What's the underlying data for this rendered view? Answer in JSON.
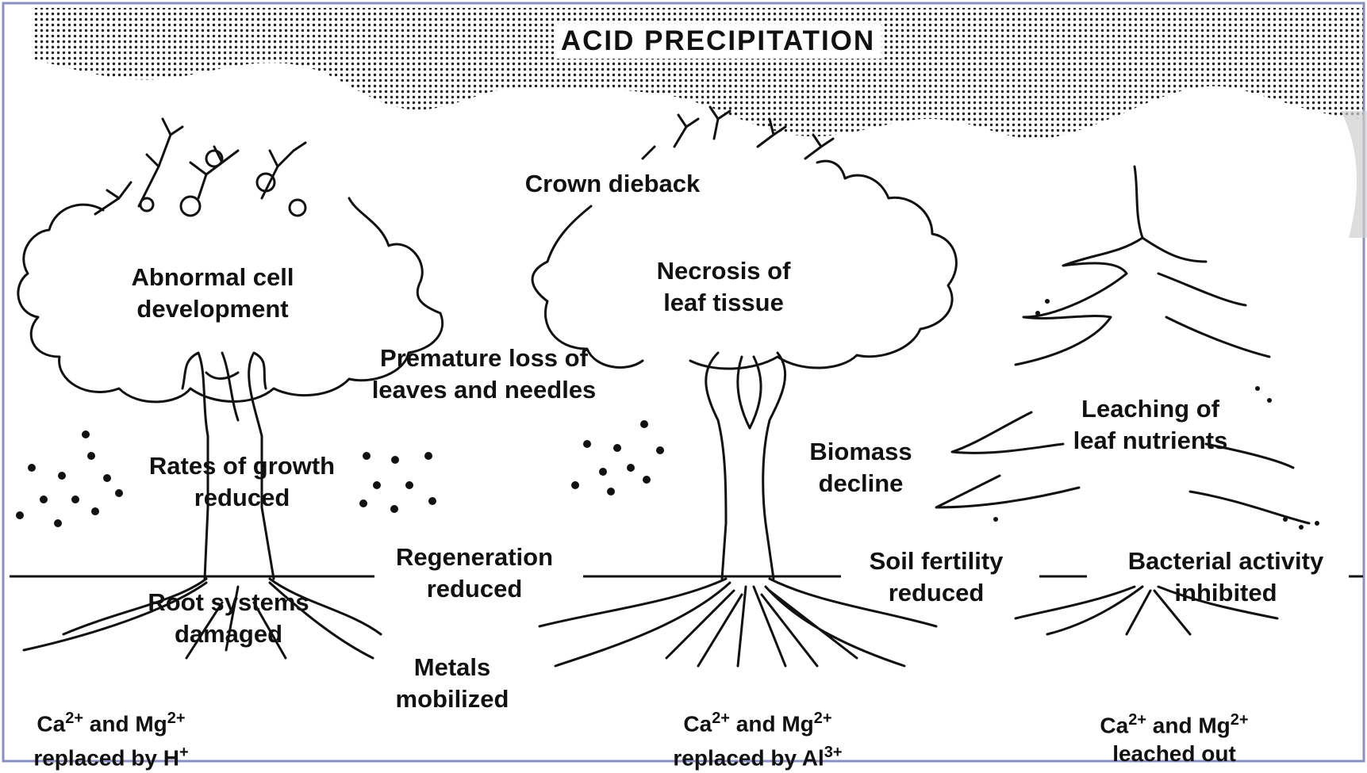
{
  "title": "ACID PRECIPITATION",
  "labels": {
    "crown_dieback": "Crown dieback",
    "abnormal_1": "Abnormal cell",
    "abnormal_2": "development",
    "necrosis_1": "Necrosis of",
    "necrosis_2": "leaf tissue",
    "premature_1": "Premature loss of",
    "premature_2": "leaves and needles",
    "growth_1": "Rates of growth",
    "growth_2": "reduced",
    "biomass_1": "Biomass",
    "biomass_2": "decline",
    "leaching_1": "Leaching of",
    "leaching_2": "leaf nutrients",
    "regeneration_1": "Regeneration",
    "regeneration_2": "reduced",
    "soil_1": "Soil fertility",
    "soil_2": "reduced",
    "bacterial_1": "Bacterial activity",
    "bacterial_2": "inhibited",
    "root_1": "Root systems",
    "root_2": "damaged",
    "metals_1": "Metals",
    "metals_2": "mobilized"
  },
  "formulas": {
    "left": {
      "line1_ca": "Ca",
      "sup1": "2+",
      "and": "and Mg",
      "sup2": "2+",
      "line2": "replaced by H",
      "sup3": "+"
    },
    "middle": {
      "line1_ca": "Ca",
      "sup1": "2+",
      "and": "and Mg",
      "sup2": "2+",
      "line2": "replaced by Al",
      "sup3": "3+"
    },
    "right": {
      "line1_ca": "Ca",
      "sup1": "2+",
      "and": "and Mg",
      "sup2": "2+",
      "line2": "leached out"
    }
  }
}
